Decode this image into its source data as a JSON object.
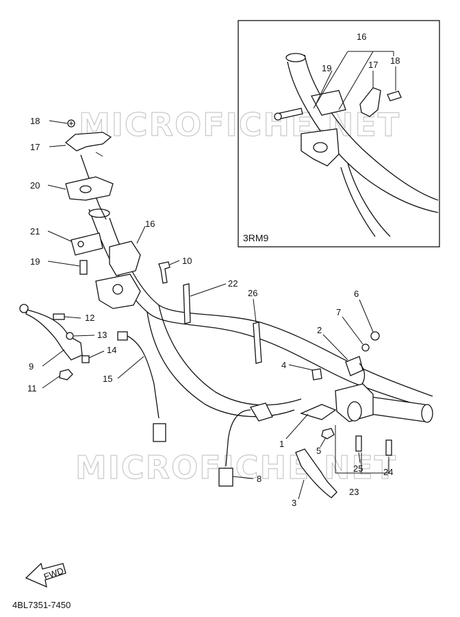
{
  "diagram": {
    "inset_code": "3RM9",
    "footer_code": "4BL7351-7450",
    "fwd_label": "FWD",
    "watermark_text": "MICROFICHE.NET",
    "callouts_main": [
      "18",
      "17",
      "20",
      "21",
      "19",
      "16",
      "10",
      "22",
      "26",
      "12",
      "13",
      "9",
      "14",
      "11",
      "15",
      "6",
      "7",
      "2",
      "4",
      "1",
      "5",
      "25",
      "24",
      "23",
      "8",
      "3"
    ],
    "callouts_inset": [
      "16",
      "19",
      "17",
      "18"
    ]
  }
}
